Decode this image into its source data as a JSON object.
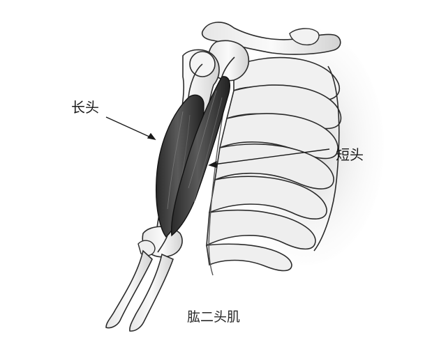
{
  "labels": {
    "long_head": "长头",
    "short_head": "短头",
    "title": "肱二头肌"
  },
  "colors": {
    "bone_fill": "#f2f2f2",
    "bone_shade": "#cfcfcf",
    "outline": "#2b2b2b",
    "muscle": "#3a3a3a",
    "muscle_highlight": "#6a6a6a",
    "background": "#ffffff"
  }
}
